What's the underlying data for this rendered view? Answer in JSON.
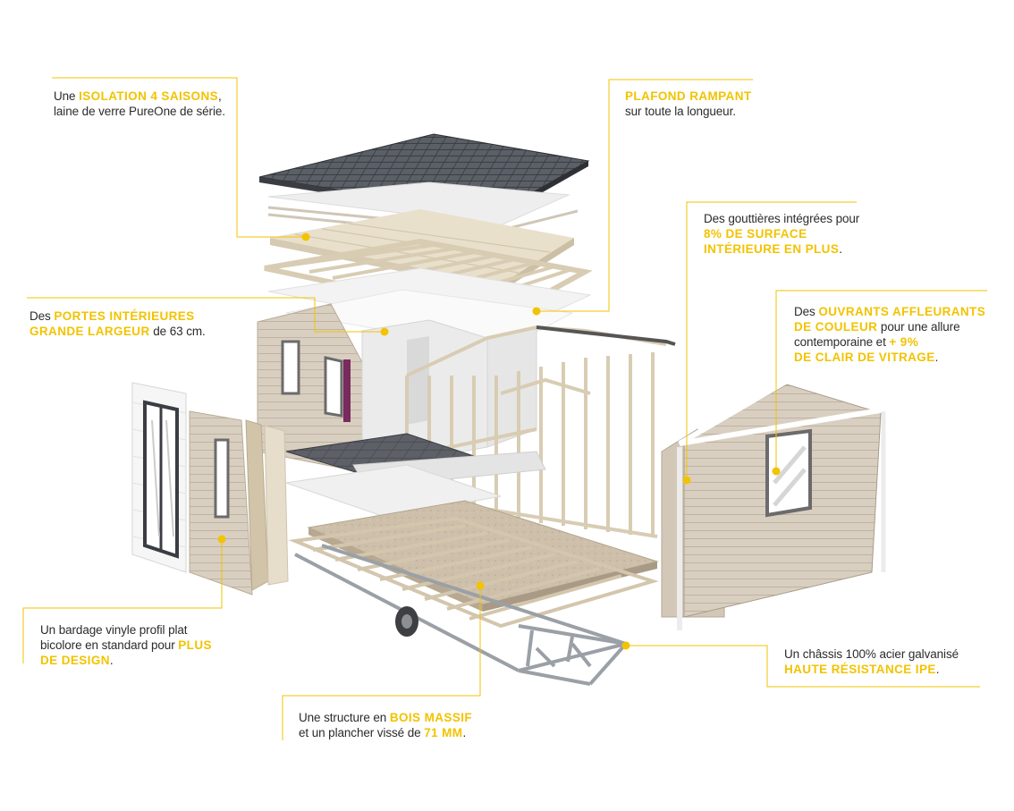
{
  "accent_color": "#f2c300",
  "callouts": {
    "isolation": {
      "pre": "Une ",
      "hl": "ISOLATION 4 SAISONS",
      "mid": ",",
      "line2": "laine de verre PureOne de série."
    },
    "plafond": {
      "hl": "PLAFOND RAMPANT",
      "line2": "sur toute la longueur."
    },
    "gouttieres": {
      "line1": "Des gouttières intégrées pour",
      "hl1": "8% DE SURFACE",
      "hl2": "INTÉRIEURE EN PLUS",
      "post": "."
    },
    "portes": {
      "pre": "Des ",
      "hl1": "PORTES INTÉRIEURES",
      "hl2": "GRANDE LARGEUR",
      "post": " de 63 cm."
    },
    "ouvrants": {
      "pre": "Des ",
      "hl1": "OUVRANTS AFFLEURANTS",
      "hl2": "DE COULEUR",
      "mid": " pour une allure",
      "line3a": "contemporaine et ",
      "hl3": "+ 9%",
      "hl4": "DE CLAIR DE VITRAGE",
      "post": "."
    },
    "bardage": {
      "line1": "Un bardage vinyle profil plat",
      "line2a": "bicolore en standard pour ",
      "hl1": "PLUS",
      "hl2": "DE DESIGN",
      "post": "."
    },
    "chassis": {
      "line1": "Un châssis 100% acier galvanisé",
      "hl": "HAUTE RÉSISTANCE IPE",
      "post": "."
    },
    "structure": {
      "pre": "Une structure en ",
      "hl1": "BOIS MASSIF",
      "line2a": "et un plancher vissé de ",
      "hl2": "71 MM",
      "post": "."
    }
  }
}
